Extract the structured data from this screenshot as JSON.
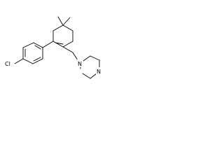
{
  "molecule": {
    "atoms": {
      "chlorine": "Cl",
      "piperazine_nitrogen_1": "N",
      "piperazine_nitrogen_4": "N"
    }
  }
}
